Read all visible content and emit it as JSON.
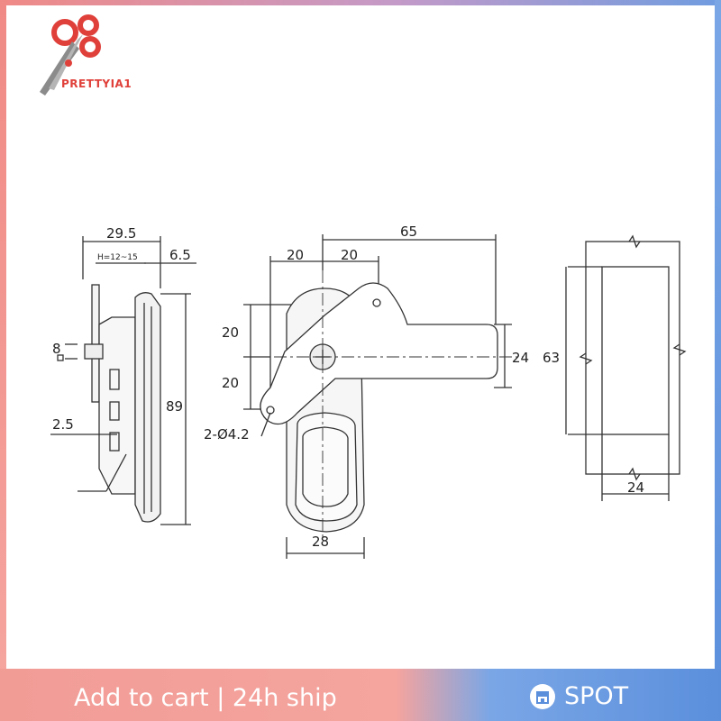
{
  "brand": {
    "name": "PRETTYIA1"
  },
  "diagram": {
    "side_view": {
      "dim_top": "29.5",
      "dim_h": "H=12~15",
      "dim_right": "6.5",
      "dim_small": "8",
      "dim_height": "89",
      "dim_plate": "2.5"
    },
    "front_view": {
      "dim_overall": "65",
      "dim_left_20": "20",
      "dim_right_20": "20",
      "dim_v_top": "20",
      "dim_v_bottom": "20",
      "dim_handle": "24",
      "dim_holes": "2-Ø4.2",
      "dim_width": "28"
    },
    "cutout": {
      "dim_height": "63",
      "dim_width": "24"
    }
  },
  "banner": {
    "cart_text": "Add to cart  |  24h ship",
    "spot_text": "SPOT",
    "spot_icon": "store-icon"
  },
  "colors": {
    "pink": "#f29c96",
    "blue": "#5b8fdc",
    "logo_red": "#e0403a"
  }
}
